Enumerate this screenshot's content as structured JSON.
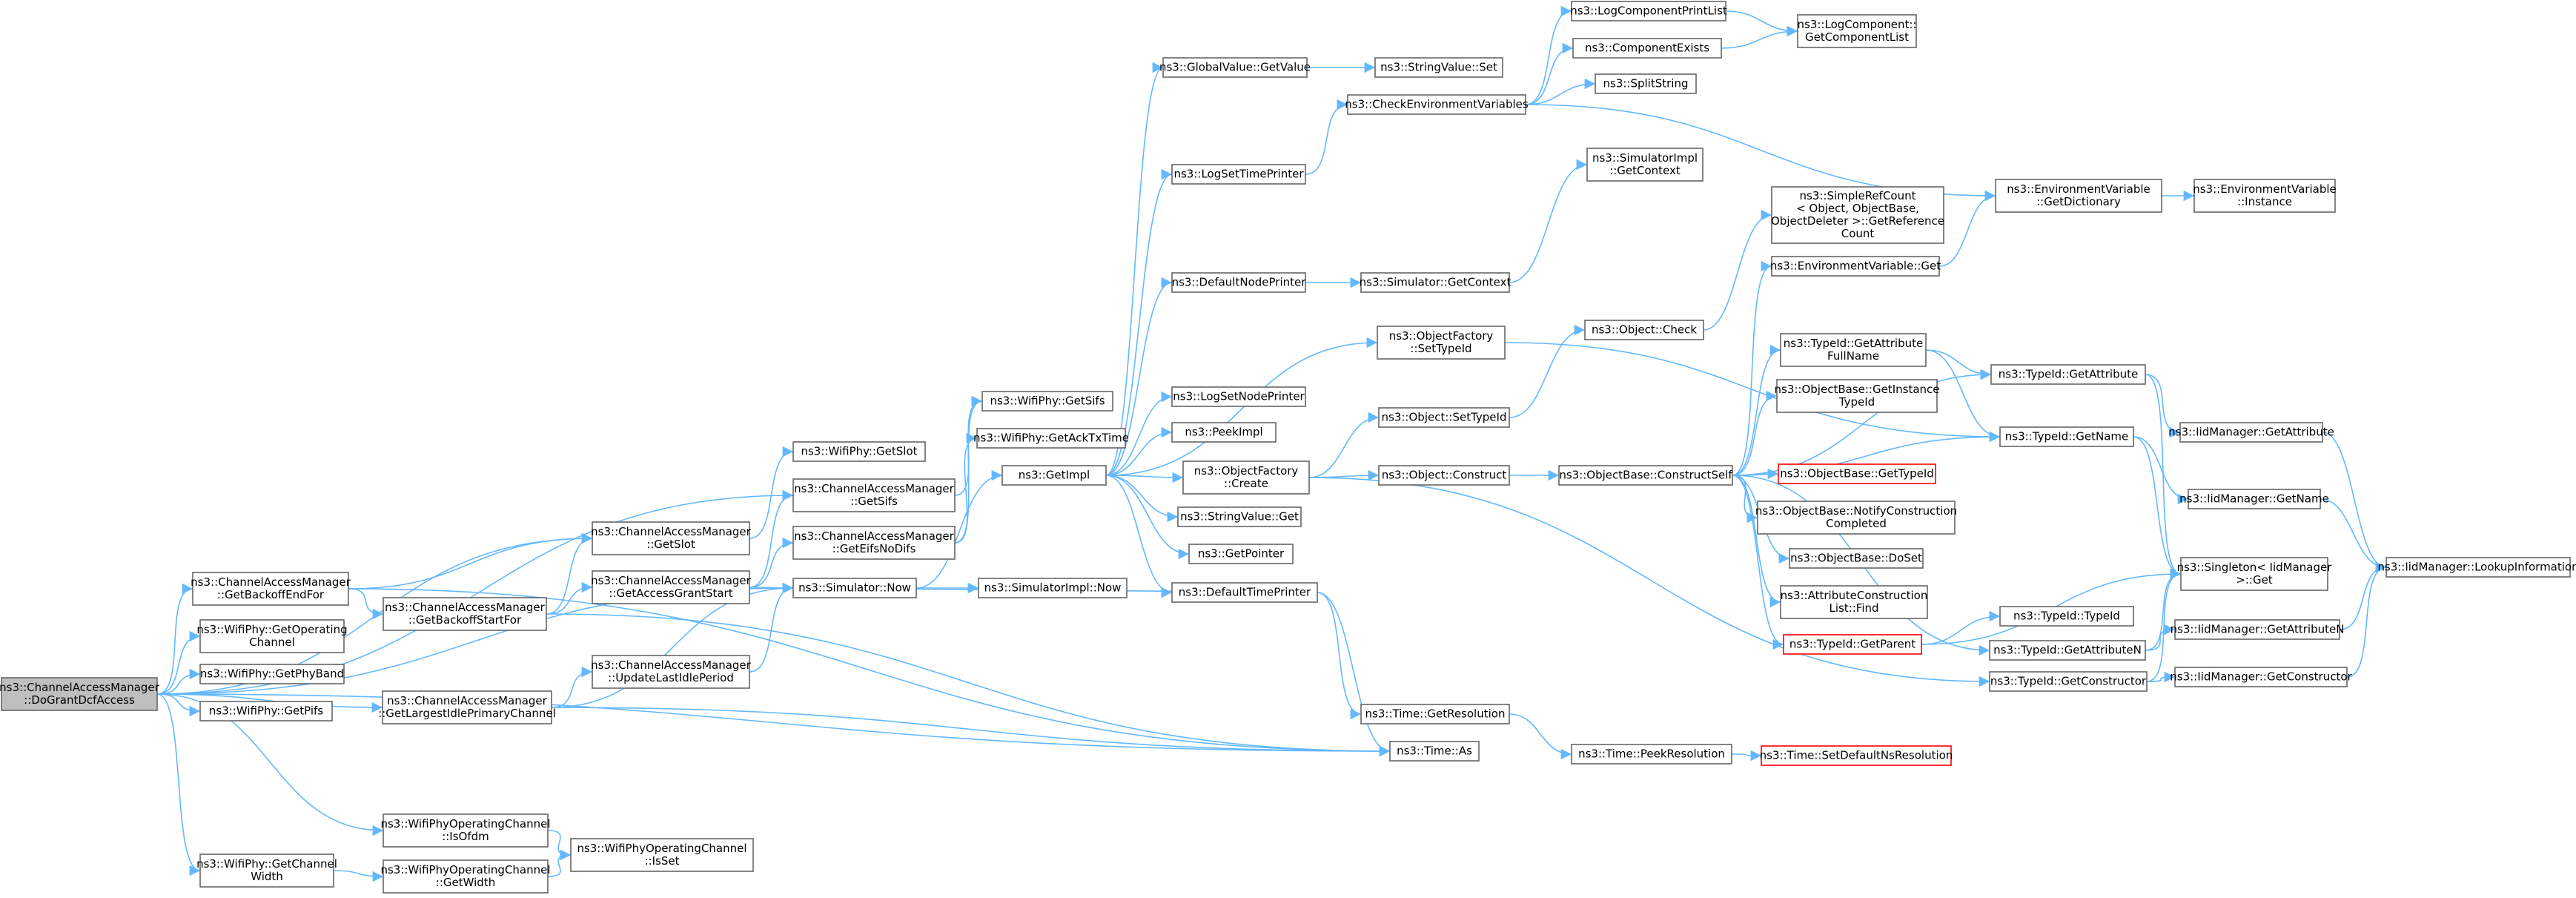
{
  "colors": {
    "edge": "#63b8ff",
    "box_border": "#666666",
    "highlight_fill": "#bfbfbf",
    "red_border": "#ff0000"
  },
  "nodes": [
    {
      "id": "root",
      "lines": [
        "ns3::ChannelAccessManager",
        "::DoGrantDcfAccess"
      ],
      "style": "hl"
    },
    {
      "id": "getbackoffendfor",
      "lines": [
        "ns3::ChannelAccessManager",
        "::GetBackoffEndFor"
      ]
    },
    {
      "id": "getoperatingchannel",
      "lines": [
        "ns3::WifiPhy::GetOperating",
        "Channel"
      ]
    },
    {
      "id": "getphyband",
      "lines": [
        "ns3::WifiPhy::GetPhyBand"
      ]
    },
    {
      "id": "getpifs",
      "lines": [
        "ns3::WifiPhy::GetPifs"
      ]
    },
    {
      "id": "getchannelwidth",
      "lines": [
        "ns3::WifiPhy::GetChannel",
        "Width"
      ]
    },
    {
      "id": "getbackoffstartfor",
      "lines": [
        "ns3::ChannelAccessManager",
        "::GetBackoffStartFor"
      ]
    },
    {
      "id": "getlargestidle",
      "lines": [
        "ns3::ChannelAccessManager",
        "::GetLargestIdlePrimaryChannel"
      ]
    },
    {
      "id": "isofdm",
      "lines": [
        "ns3::WifiPhyOperatingChannel",
        "::IsOfdm"
      ]
    },
    {
      "id": "getwidth",
      "lines": [
        "ns3::WifiPhyOperatingChannel",
        "::GetWidth"
      ]
    },
    {
      "id": "isset",
      "lines": [
        "ns3::WifiPhyOperatingChannel",
        "::IsSet"
      ]
    },
    {
      "id": "phygetslot",
      "lines": [
        "ns3::WifiPhy::GetSlot"
      ]
    },
    {
      "id": "camgetsifs",
      "lines": [
        "ns3::ChannelAccessManager",
        "::GetSifs"
      ]
    },
    {
      "id": "camgetslot",
      "lines": [
        "ns3::ChannelAccessManager",
        "::GetSlot"
      ]
    },
    {
      "id": "geteifsnodifs",
      "lines": [
        "ns3::ChannelAccessManager",
        "::GetEifsNoDifs"
      ]
    },
    {
      "id": "getaccessgrantstart",
      "lines": [
        "ns3::ChannelAccessManager",
        "::GetAccessGrantStart"
      ]
    },
    {
      "id": "simnow",
      "lines": [
        "ns3::Simulator::Now"
      ]
    },
    {
      "id": "updatelastidle",
      "lines": [
        "ns3::ChannelAccessManager",
        "::UpdateLastIdlePeriod"
      ]
    },
    {
      "id": "phygetsifs",
      "lines": [
        "ns3::WifiPhy::GetSifs"
      ]
    },
    {
      "id": "getacktxtime",
      "lines": [
        "ns3::WifiPhy::GetAckTxTime"
      ]
    },
    {
      "id": "getimpl",
      "lines": [
        "ns3::GetImpl"
      ]
    },
    {
      "id": "simimplnow",
      "lines": [
        "ns3::SimulatorImpl::Now"
      ]
    },
    {
      "id": "globalgetvalue",
      "lines": [
        "ns3::GlobalValue::GetValue"
      ]
    },
    {
      "id": "logsettimeprinter",
      "lines": [
        "ns3::LogSetTimePrinter"
      ]
    },
    {
      "id": "defaultnodeprinter",
      "lines": [
        "ns3::DefaultNodePrinter"
      ]
    },
    {
      "id": "logsetnodeprinter",
      "lines": [
        "ns3::LogSetNodePrinter"
      ]
    },
    {
      "id": "peekimpl",
      "lines": [
        "ns3::PeekImpl"
      ]
    },
    {
      "id": "objfactorycreate",
      "lines": [
        "ns3::ObjectFactory",
        "::Create"
      ]
    },
    {
      "id": "stringvalueget",
      "lines": [
        "ns3::StringValue::Get"
      ]
    },
    {
      "id": "getpointer",
      "lines": [
        "ns3::GetPointer"
      ]
    },
    {
      "id": "defaulttimeprinter",
      "lines": [
        "ns3::DefaultTimePrinter"
      ]
    },
    {
      "id": "stringvalueset",
      "lines": [
        "ns3::StringValue::Set"
      ]
    },
    {
      "id": "checkenv",
      "lines": [
        "ns3::CheckEnvironmentVariables"
      ]
    },
    {
      "id": "simgetcontext",
      "lines": [
        "ns3::Simulator::GetContext"
      ]
    },
    {
      "id": "objfactorysettypeid",
      "lines": [
        "ns3::ObjectFactory",
        "::SetTypeId"
      ]
    },
    {
      "id": "objsettypeid",
      "lines": [
        "ns3::Object::SetTypeId"
      ]
    },
    {
      "id": "objconstruct",
      "lines": [
        "ns3::Object::Construct"
      ]
    },
    {
      "id": "timegetres",
      "lines": [
        "ns3::Time::GetResolution"
      ]
    },
    {
      "id": "timeas",
      "lines": [
        "ns3::Time::As"
      ]
    },
    {
      "id": "logcomplist",
      "lines": [
        "ns3::LogComponentPrintList"
      ]
    },
    {
      "id": "compexists",
      "lines": [
        "ns3::ComponentExists"
      ]
    },
    {
      "id": "splitstring",
      "lines": [
        "ns3::SplitString"
      ]
    },
    {
      "id": "simimplgetcontext",
      "lines": [
        "ns3::SimulatorImpl",
        "::GetContext"
      ]
    },
    {
      "id": "objcheck",
      "lines": [
        "ns3::Object::Check"
      ]
    },
    {
      "id": "objbaseconstructself",
      "lines": [
        "ns3::ObjectBase::ConstructSelf"
      ]
    },
    {
      "id": "timepeekres",
      "lines": [
        "ns3::Time::PeekResolution"
      ]
    },
    {
      "id": "logcompgetlist",
      "lines": [
        "ns3::LogComponent::",
        "GetComponentList"
      ]
    },
    {
      "id": "simplerefcount",
      "lines": [
        "ns3::SimpleRefCount",
        "< Object, ObjectBase,",
        "ObjectDeleter >::GetReference",
        "Count"
      ]
    },
    {
      "id": "envvarget",
      "lines": [
        "ns3::EnvironmentVariable::Get"
      ]
    },
    {
      "id": "typeidgetattrfullname",
      "lines": [
        "ns3::TypeId::GetAttribute",
        "FullName"
      ]
    },
    {
      "id": "objbasegetinstancetypeid",
      "lines": [
        "ns3::ObjectBase::GetInstance",
        "TypeId"
      ]
    },
    {
      "id": "objbasegettypeid",
      "lines": [
        "ns3::ObjectBase::GetTypeId"
      ],
      "style": "red"
    },
    {
      "id": "objbasenotify",
      "lines": [
        "ns3::ObjectBase::NotifyConstruction",
        "Completed"
      ]
    },
    {
      "id": "objbasedoset",
      "lines": [
        "ns3::ObjectBase::DoSet"
      ]
    },
    {
      "id": "attrconstrlistfind",
      "lines": [
        "ns3::AttributeConstruction",
        "List::Find"
      ]
    },
    {
      "id": "typeidgetparent",
      "lines": [
        "ns3::TypeId::GetParent"
      ],
      "style": "red"
    },
    {
      "id": "timesetdefaultns",
      "lines": [
        "ns3::Time::SetDefaultNsResolution"
      ],
      "style": "red"
    },
    {
      "id": "envvargetdict",
      "lines": [
        "ns3::EnvironmentVariable",
        "::GetDictionary"
      ]
    },
    {
      "id": "typeidgetattribute",
      "lines": [
        "ns3::TypeId::GetAttribute"
      ]
    },
    {
      "id": "typeidgetname",
      "lines": [
        "ns3::TypeId::GetName"
      ]
    },
    {
      "id": "typeidtypeid",
      "lines": [
        "ns3::TypeId::TypeId"
      ]
    },
    {
      "id": "typeidgetattributen",
      "lines": [
        "ns3::TypeId::GetAttributeN"
      ]
    },
    {
      "id": "typeidgetconstructor",
      "lines": [
        "ns3::TypeId::GetConstructor"
      ]
    },
    {
      "id": "envvarinstance",
      "lines": [
        "ns3::EnvironmentVariable",
        "::Instance"
      ]
    },
    {
      "id": "iidmgetattribute",
      "lines": [
        "ns3::IidManager::GetAttribute"
      ]
    },
    {
      "id": "iidmgetname",
      "lines": [
        "ns3::IidManager::GetName"
      ]
    },
    {
      "id": "singletonget",
      "lines": [
        "ns3::Singleton< IidManager",
        " >::Get"
      ]
    },
    {
      "id": "iidmgetattributen",
      "lines": [
        "ns3::IidManager::GetAttributeN"
      ]
    },
    {
      "id": "iidmgetconstructor",
      "lines": [
        "ns3::IidManager::GetConstructor"
      ]
    },
    {
      "id": "iidmlookup",
      "lines": [
        "ns3::IidManager::LookupInformation"
      ]
    }
  ]
}
